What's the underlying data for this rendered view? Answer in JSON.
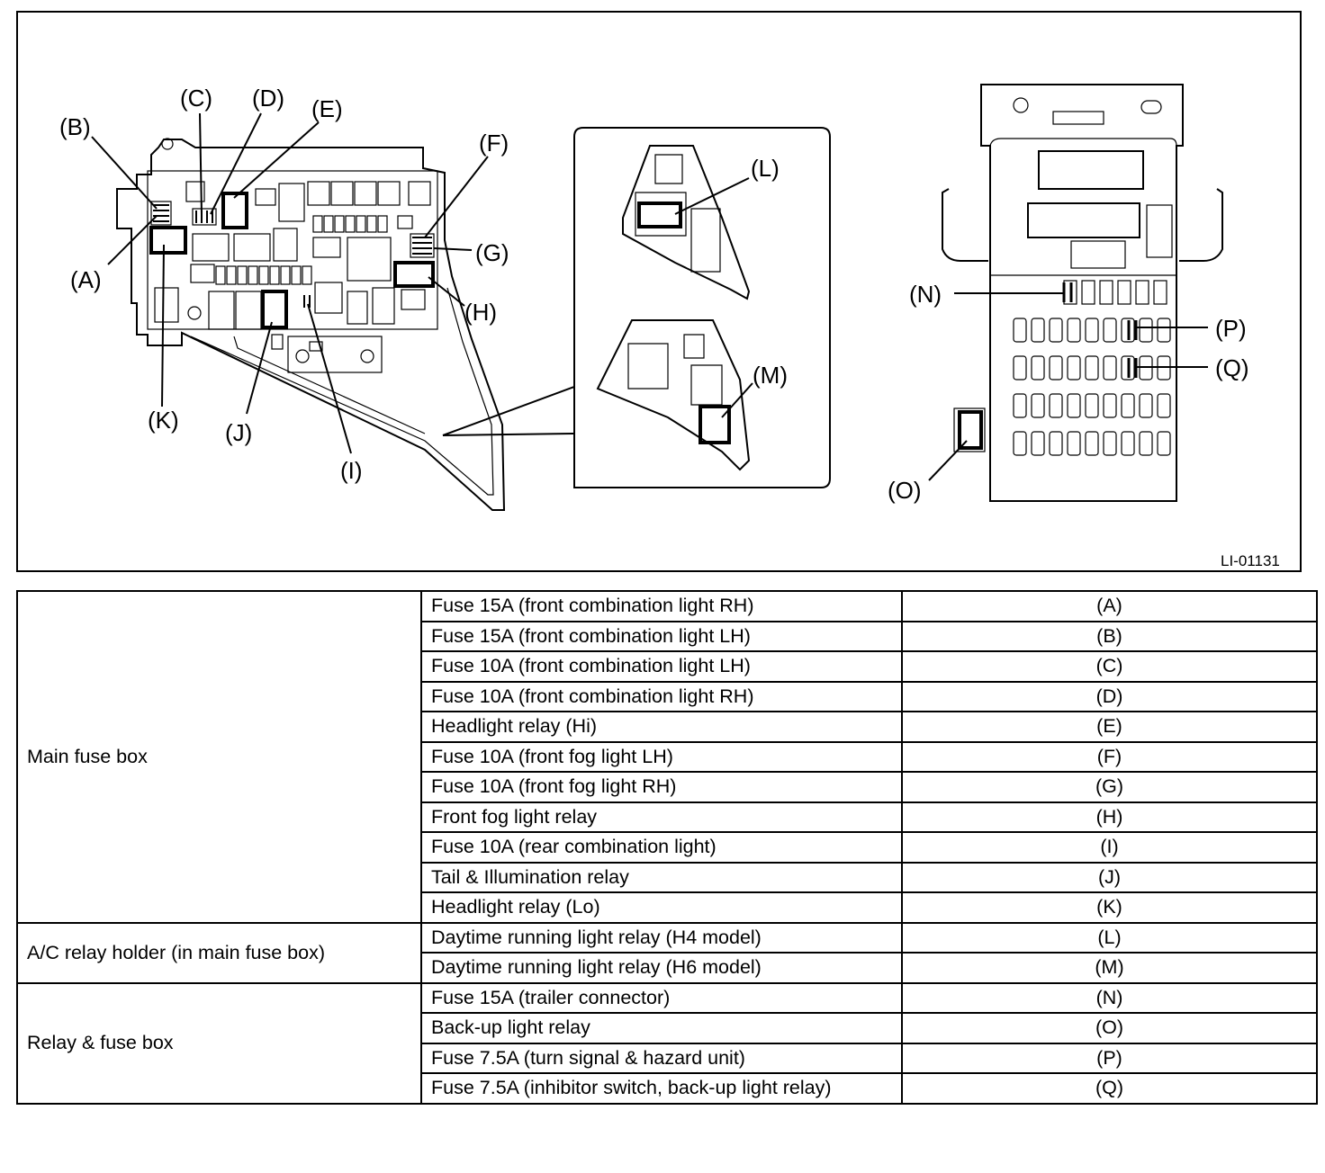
{
  "figure": {
    "code": "LI-01131",
    "callouts": {
      "A": "(A)",
      "B": "(B)",
      "C": "(C)",
      "D": "(D)",
      "E": "(E)",
      "F": "(F)",
      "G": "(G)",
      "H": "(H)",
      "I": "(I)",
      "J": "(J)",
      "K": "(K)",
      "L": "(L)",
      "M": "(M)",
      "N": "(N)",
      "O": "(O)",
      "P": "(P)",
      "Q": "(Q)"
    }
  },
  "legend": {
    "groups": [
      {
        "name": "Main fuse box",
        "rows": [
          {
            "item": "Fuse 15A (front combination light RH)",
            "code": "(A)"
          },
          {
            "item": "Fuse 15A (front combination light LH)",
            "code": "(B)"
          },
          {
            "item": "Fuse 10A (front combination light LH)",
            "code": "(C)"
          },
          {
            "item": "Fuse 10A (front combination light RH)",
            "code": "(D)"
          },
          {
            "item": "Headlight relay (Hi)",
            "code": "(E)"
          },
          {
            "item": "Fuse 10A (front fog light LH)",
            "code": "(F)"
          },
          {
            "item": "Fuse 10A (front fog light RH)",
            "code": "(G)"
          },
          {
            "item": "Front fog light relay",
            "code": "(H)"
          },
          {
            "item": "Fuse 10A (rear combination light)",
            "code": "(I)"
          },
          {
            "item": "Tail & Illumination relay",
            "code": "(J)"
          },
          {
            "item": "Headlight relay (Lo)",
            "code": "(K)"
          }
        ]
      },
      {
        "name": "A/C relay holder (in main fuse box)",
        "rows": [
          {
            "item": "Daytime running light relay (H4 model)",
            "code": "(L)"
          },
          {
            "item": "Daytime running light relay (H6 model)",
            "code": "(M)"
          }
        ]
      },
      {
        "name": "Relay & fuse box",
        "rows": [
          {
            "item": "Fuse 15A (trailer connector)",
            "code": "(N)"
          },
          {
            "item": "Back-up light relay",
            "code": "(O)"
          },
          {
            "item": "Fuse 7.5A (turn signal & hazard unit)",
            "code": "(P)"
          },
          {
            "item": "Fuse 7.5A (inhibitor switch, back-up light relay)",
            "code": "(Q)"
          }
        ]
      }
    ]
  }
}
